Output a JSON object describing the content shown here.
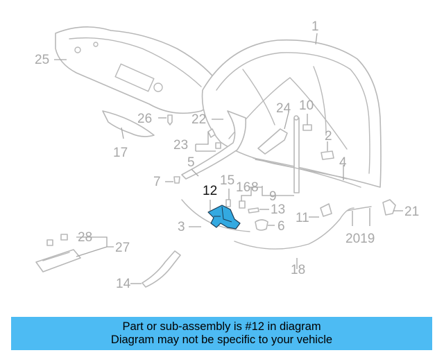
{
  "colors": {
    "banner": "#4dbbf3",
    "highlight": "#33a9e1",
    "parts": "#b8b8b8",
    "labels": "#a8a8a8"
  },
  "callouts": [
    "1",
    "2",
    "3",
    "4",
    "5",
    "6",
    "7",
    "8",
    "9",
    "10",
    "11",
    "12",
    "13",
    "14",
    "15",
    "16",
    "17",
    "18",
    "2019",
    "21",
    "22",
    "23",
    "24",
    "25",
    "26",
    "27",
    "28"
  ],
  "highlighted_part": "12",
  "banner": {
    "line1": "Part or sub-assembly is #12 in diagram",
    "line2": "Diagram may not be specific to your vehicle"
  }
}
